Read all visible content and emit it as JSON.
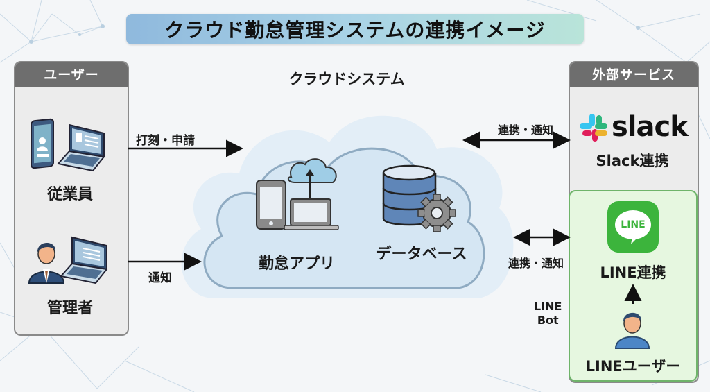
{
  "title": "クラウド勤怠管理システムの連携イメージ",
  "users_panel": {
    "header": "ユーザー",
    "employee_label": "従業員",
    "manager_label": "管理者"
  },
  "cloud": {
    "title": "クラウドシステム",
    "app_label": "勤怠アプリ",
    "database_label": "データベース"
  },
  "external_panel": {
    "header": "外部サービス",
    "slack_logo_text": "slack",
    "slack_label": "Slack連携",
    "line_logo_text": "LINE",
    "line_label": "LINE連携",
    "line_user_label": "LINEユーザー"
  },
  "arrows": {
    "employee_to_cloud": "打刻・申請",
    "cloud_to_manager": "通知",
    "cloud_slack": "連携・通知",
    "cloud_line": "連携・通知",
    "line_bot": "LINE\nBot",
    "line_bot_line1": "LINE",
    "line_bot_line2": "Bot"
  },
  "colors": {
    "title_gradient_start": "#8fb9dd",
    "title_gradient_end": "#b9e4d9",
    "panel_header": "#6e6e6e",
    "panel_bg": "#ececec",
    "cloud_fill": "#d6e8f5",
    "line_green": "#3cb43c",
    "line_box_bg": "#e6f7e0"
  }
}
